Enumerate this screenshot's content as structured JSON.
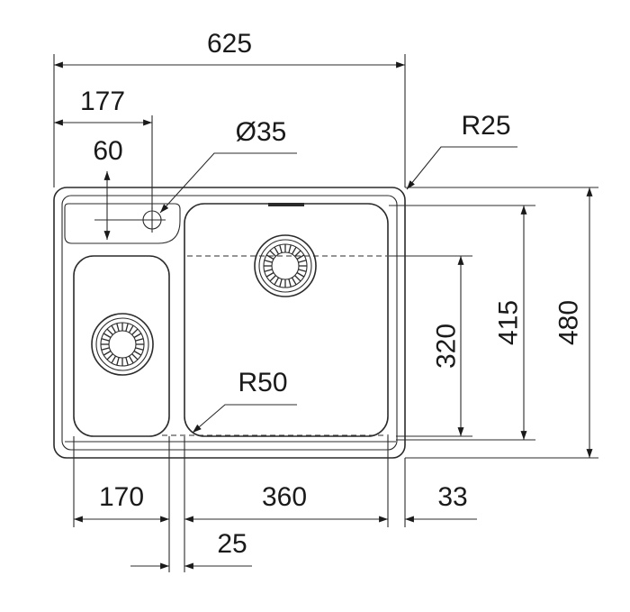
{
  "dimensions": {
    "overall_width": "625",
    "left_offset": "177",
    "tap_offset": "60",
    "tap_hole": "Ø35",
    "corner_radius_outer": "R25",
    "bowl_radius": "R50",
    "height_inner": "320",
    "height_bowl": "415",
    "height_overall": "480",
    "small_bowl_width": "170",
    "large_bowl_width": "360",
    "right_margin": "33",
    "divider_width": "25"
  },
  "colors": {
    "line": "#2b2b2b",
    "text": "#1a1a1a",
    "background": "#ffffff"
  }
}
